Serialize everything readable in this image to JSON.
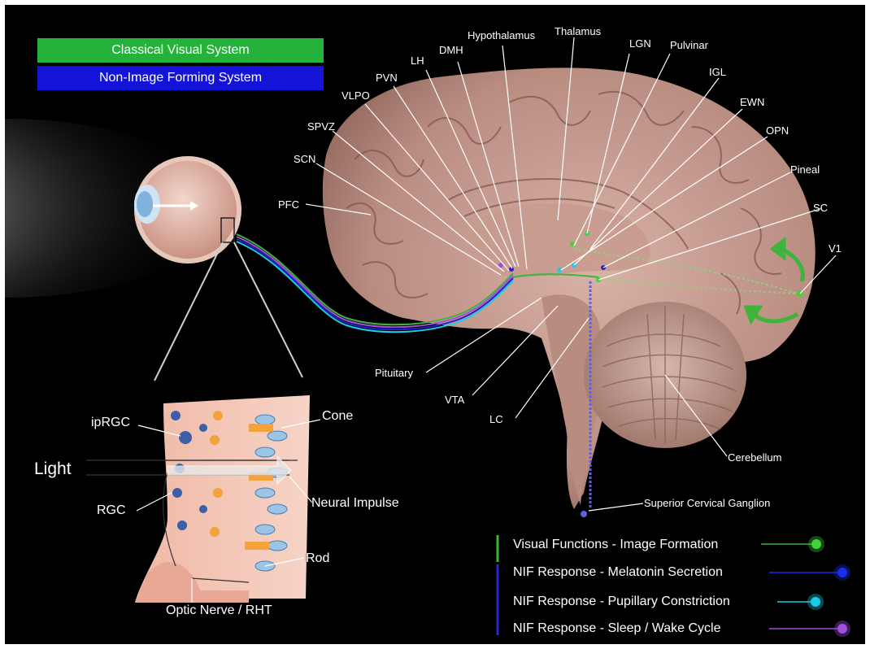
{
  "legend": {
    "classical": "Classical Visual System",
    "nif": "Non-Image Forming System"
  },
  "labels": {
    "hypothalamus": "Hypothalamus",
    "thalamus": "Thalamus",
    "lgn": "LGN",
    "pulvinar": "Pulvinar",
    "dmh": "DMH",
    "lh": "LH",
    "pvn": "PVN",
    "vlpo": "VLPO",
    "igl": "IGL",
    "ewn": "EWN",
    "spvz": "SPVZ",
    "opn": "OPN",
    "scn": "SCN",
    "pineal": "Pineal",
    "pfc": "PFC",
    "sc": "SC",
    "v1": "V1",
    "pituitary": "Pituitary",
    "vta": "VTA",
    "lc": "LC",
    "cerebellum": "Cerebellum",
    "scg": "Superior Cervical Ganglion"
  },
  "retina": {
    "iprgc": "ipRGC",
    "cone": "Cone",
    "light": "Light",
    "neural_impulse": "Neural Impulse",
    "rgc": "RGC",
    "rod": "Rod",
    "optic_nerve": "Optic Nerve / RHT"
  },
  "response_legend": [
    {
      "label": "Visual Functions - Image Formation",
      "color": "#3fb43c",
      "dot": "#44d23a"
    },
    {
      "label": "NIF Response - Melatonin Secretion",
      "color": "#2222c8",
      "dot": "#1a2ef0"
    },
    {
      "label": "NIF Response - Pupillary Constriction",
      "color": "#2a2ad0",
      "dot": "#1ecbe6"
    },
    {
      "label": "NIF Response - Sleep / Wake Cycle",
      "color": "#5a2ad8",
      "dot": "#a050e0"
    }
  ],
  "colors": {
    "classical": "#25b23a",
    "nif": "#1414d8",
    "background": "#000000"
  }
}
